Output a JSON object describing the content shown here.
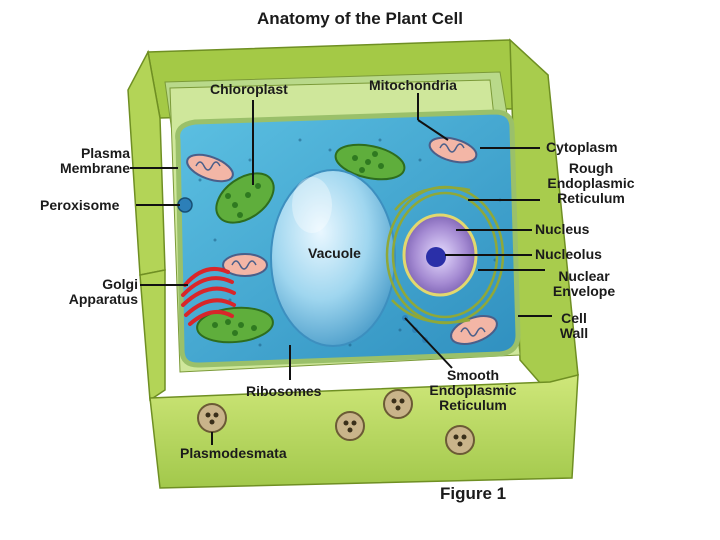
{
  "title": "Anatomy of the Plant Cell",
  "caption": "Figure 1",
  "labels": {
    "chloroplast": "Chloroplast",
    "mitochondria": "Mitochondria",
    "plasma_membrane": [
      "Plasma",
      "Membrane"
    ],
    "peroxisome": "Peroxisome",
    "golgi_apparatus": [
      "Golgi",
      "Apparatus"
    ],
    "vacuole": "Vacuole",
    "cytoplasm": "Cytoplasm",
    "rough_er": [
      "Rough",
      "Endoplasmic",
      "Reticulum"
    ],
    "nucleus": "Nucleus",
    "nucleolus": "Nucleolus",
    "nuclear_envelope": [
      "Nuclear",
      "Envelope"
    ],
    "cell_wall": [
      "Cell",
      "Wall"
    ],
    "smooth_er": [
      "Smooth",
      "Endoplasmic",
      "Reticulum"
    ],
    "ribosomes": "Ribosomes",
    "plasmodesmata": "Plasmodesmata"
  },
  "colors": {
    "cell_wall": "#b5d65a",
    "cell_wall_dark": "#8aad2e",
    "cytoplasm": "#4fb2d6",
    "vacuole": "#9fd6ef",
    "chloroplast": "#56a33a",
    "golgi": "#d8262a",
    "nucleus": "#9a7fc8",
    "nucleolus": "#2a2fa8"
  }
}
